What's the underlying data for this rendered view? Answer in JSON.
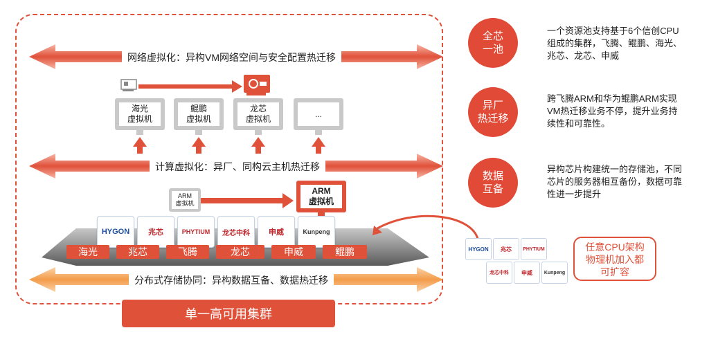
{
  "bands": {
    "network": "网络虚拟化：异构VM网络空间与安全配置热迁移",
    "compute": "计算虚拟化：异厂、同构云主机热迁移",
    "storage": "分布式存储协同：异构数据互备、数据热迁移"
  },
  "vms": [
    {
      "line1": "海光",
      "line2": "虚拟机"
    },
    {
      "line1": "鲲鹏",
      "line2": "虚拟机"
    },
    {
      "line1": "龙芯",
      "line2": "虚拟机"
    },
    {
      "line1": "...",
      "line2": ""
    }
  ],
  "arm_vm_small": {
    "line1": "ARM",
    "line2": "虚拟机"
  },
  "arm_vm_big": {
    "line1": "ARM",
    "line2": "虚拟机"
  },
  "logos": [
    "HYGON",
    "兆芯",
    "PHYTIUM",
    "龙芯中科",
    "申威",
    "Kunpeng"
  ],
  "chip_labels": [
    "海光",
    "兆芯",
    "飞腾",
    "龙芯",
    "申威",
    "鲲鹏"
  ],
  "cluster_label": "单一高可用集群",
  "features": [
    {
      "title_l1": "全芯",
      "title_l2": "一池",
      "desc": "一个资源池支持基于6个信创CPU组成的集群，飞腾、鲲鹏、海光、兆芯、龙芯、申威"
    },
    {
      "title_l1": "异厂",
      "title_l2": "热迁移",
      "desc": "跨飞腾ARM和华为鲲鹏ARM实现VM热迁移业务不停，提升业务持续性和可靠性。"
    },
    {
      "title_l1": "数据",
      "title_l2": "互备",
      "desc": "异构芯片构建统一的存储池，不同芯片的服务器相互备份，数据可靠性进一步提升"
    }
  ],
  "mini_logos": [
    "HYGON",
    "兆芯",
    "PHYTIUM",
    "龙芯中科",
    "申威",
    "Kunpeng"
  ],
  "any_cpu_label": "任意CPU架构物理机加入都可扩容",
  "colors": {
    "accent": "#e0513a",
    "accent_light": "#f5a58f",
    "orange": "#f39c4a",
    "gray": "#c9c9c9"
  }
}
